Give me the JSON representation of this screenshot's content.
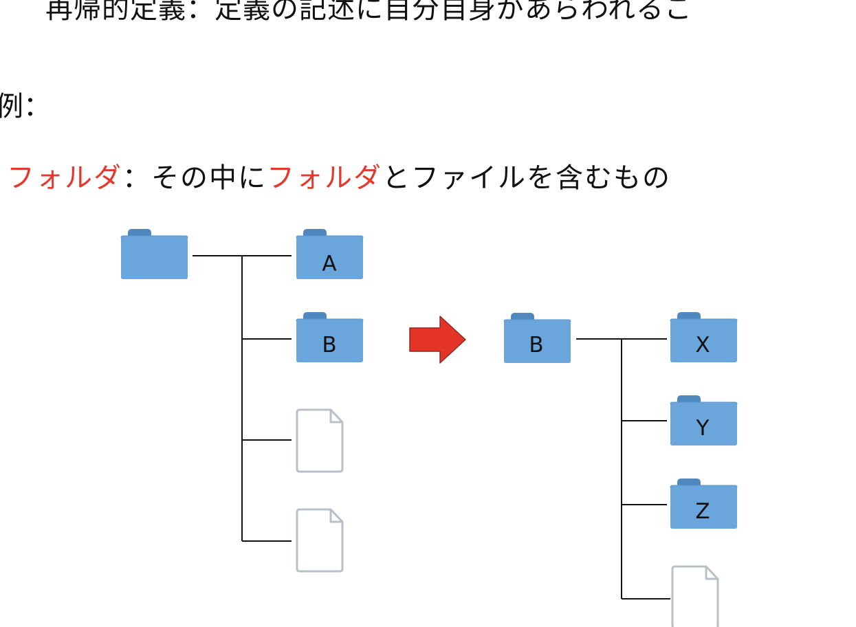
{
  "heading": "再帰的定義：定義の記述に自分自身があらわれるこ",
  "example_label": "例：",
  "definition": {
    "term": "フォルダ",
    "separator": "：",
    "middle": "その中に",
    "term_repeat": "フォルダ",
    "ending": "とファイルを含むもの"
  },
  "diagram": {
    "left_tree": {
      "folders": [
        "A",
        "B"
      ]
    },
    "right_tree": {
      "root": "B",
      "folders": [
        "X",
        "Y",
        "Z"
      ]
    }
  },
  "colors": {
    "term_red": "#e23a2c",
    "folder_blue": "#6aa6dc",
    "folder_tab": "#4f88bf",
    "arrow_red": "#e33427",
    "file_outline": "#b8c0c8",
    "line": "#111111"
  },
  "icons": [
    "folder-icon",
    "file-icon",
    "right-arrow-icon"
  ]
}
